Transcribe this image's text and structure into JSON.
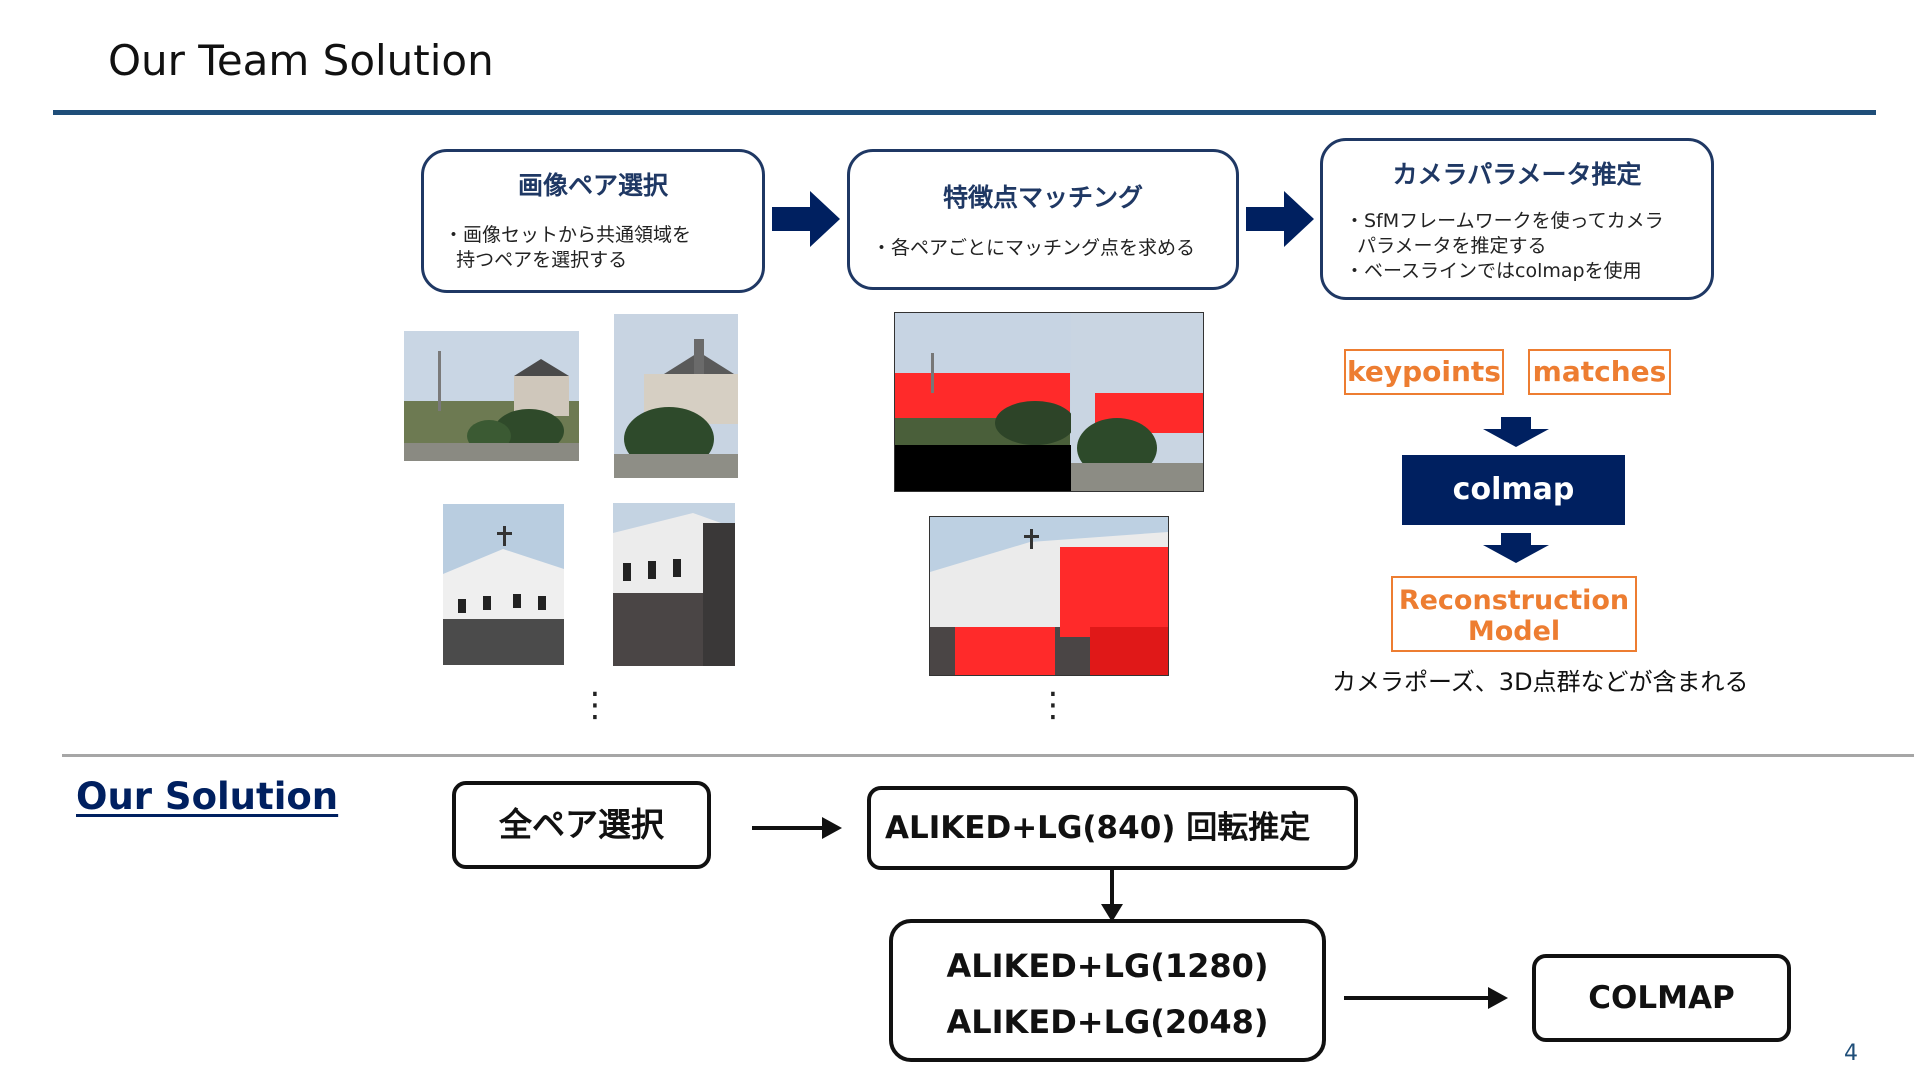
{
  "slide": {
    "title": "Our Team Solution",
    "page_number": "4"
  },
  "steps": [
    {
      "title": "画像ペア選択",
      "desc": "・画像セットから共通領域を\n  持つペアを選択する"
    },
    {
      "title": "特徴点マッチング",
      "desc": "・各ペアごとにマッチング点を求める"
    },
    {
      "title": "カメラパラメータ推定",
      "desc": "・SfMフレームワークを使ってカメラ\n  パラメータを推定する\n・ベースラインではcolmapを使用"
    }
  ],
  "pipeline": {
    "keypoints": "keypoints",
    "matches": "matches",
    "colmap": "colmap",
    "reconstruction_line1": "Reconstruction",
    "reconstruction_line2": "Model",
    "caption": "カメラポーズ、3D点群などが含まれる"
  },
  "our_solution": {
    "heading": "Our Solution",
    "all_pairs": "全ペア選択",
    "rotation": "ALIKED+LG(840) 回転推定",
    "aliked_1280": "ALIKED+LG(1280)",
    "aliked_2048": "ALIKED+LG(2048)",
    "colmap": "COLMAP"
  },
  "colors": {
    "navy": "#1f3864",
    "dark_navy": "#002060",
    "orange": "#ed7d31",
    "match_red": "#ff1a1a"
  }
}
